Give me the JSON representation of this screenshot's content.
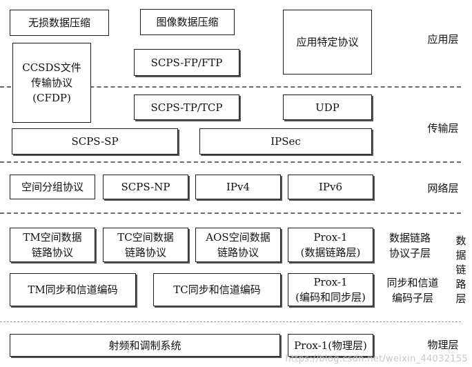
{
  "boxes": {
    "lossless": "无损数据压缩",
    "image": "图像数据压缩",
    "app_specific": "应用特定协议",
    "cfdp": "CCSDS文件\n传输协议\n(CFDP)",
    "scps_fp": "SCPS-FP/FTP",
    "scps_tp": "SCPS-TP/TCP",
    "udp": "UDP",
    "scps_sp": "SCPS-SP",
    "ipsec": "IPSec",
    "space_packet": "空间分组协议",
    "scps_np": "SCPS-NP",
    "ipv4": "IPv4",
    "ipv6": "IPv6",
    "tm_link": "TM空间数据\n链路协议",
    "tc_link": "TC空间数据\n链路协议",
    "aos_link": "AOS空间数据\n链路协议",
    "prox_link": "Prox-1\n(数据链路层)",
    "tm_sync": "TM同步和信道编码",
    "tc_sync": "TC同步和信道编码",
    "prox_sync": "Prox-1\n(编码和同步层)",
    "rf": "射频和调制系统",
    "prox_phys": "Prox-1(物理层)"
  },
  "labels": {
    "app_layer": "应用层",
    "transport_layer": "传输层",
    "network_layer": "网络层",
    "dl_protocol_sublayer": "数据链路\n协议子层",
    "sync_coding_sublayer": "同步和信道\n编码子层",
    "data_link_layer": "数据链路层",
    "physical_layer": "物理层"
  },
  "watermark": "https://blog.csdn.net/weixin_44032155"
}
